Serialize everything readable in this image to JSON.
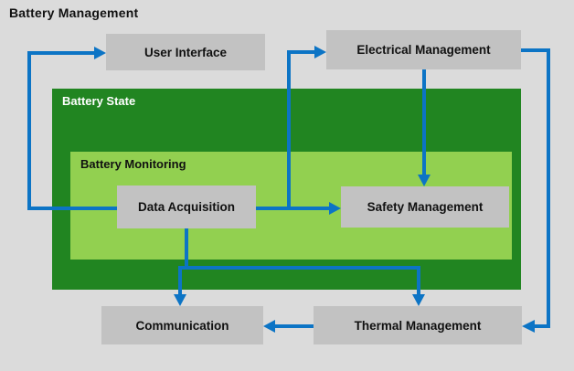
{
  "title": "Battery Management",
  "containers": {
    "battery_state": {
      "label": "Battery State"
    },
    "battery_monitoring": {
      "label": "Battery Monitoring"
    }
  },
  "nodes": {
    "user_interface": {
      "label": "User Interface"
    },
    "electrical_management": {
      "label": "Electrical Management"
    },
    "data_acquisition": {
      "label": "Data Acquisition"
    },
    "safety_management": {
      "label": "Safety Management"
    },
    "communication": {
      "label": "Communication"
    },
    "thermal_management": {
      "label": "Thermal Management"
    }
  },
  "connections": [
    {
      "from": "Data Acquisition",
      "to": "User Interface"
    },
    {
      "from": "Data Acquisition",
      "to": "Electrical Management"
    },
    {
      "from": "Data Acquisition",
      "to": "Safety Management"
    },
    {
      "from": "Electrical Management",
      "to": "Safety Management"
    },
    {
      "from": "Electrical Management",
      "to": "Thermal Management"
    },
    {
      "from": "Data Acquisition",
      "to": "Communication"
    },
    {
      "from": "Data Acquisition",
      "to": "Thermal Management"
    },
    {
      "from": "Thermal Management",
      "to": "Communication"
    }
  ],
  "colors": {
    "background": "#dbdbdb",
    "node_fill": "#c2c2c2",
    "battery_state_fill": "#218521",
    "battery_monitoring_fill": "#92d050",
    "arrow": "#0c74c5",
    "title_text": "#111111",
    "battery_state_label_text": "#ffffff"
  }
}
